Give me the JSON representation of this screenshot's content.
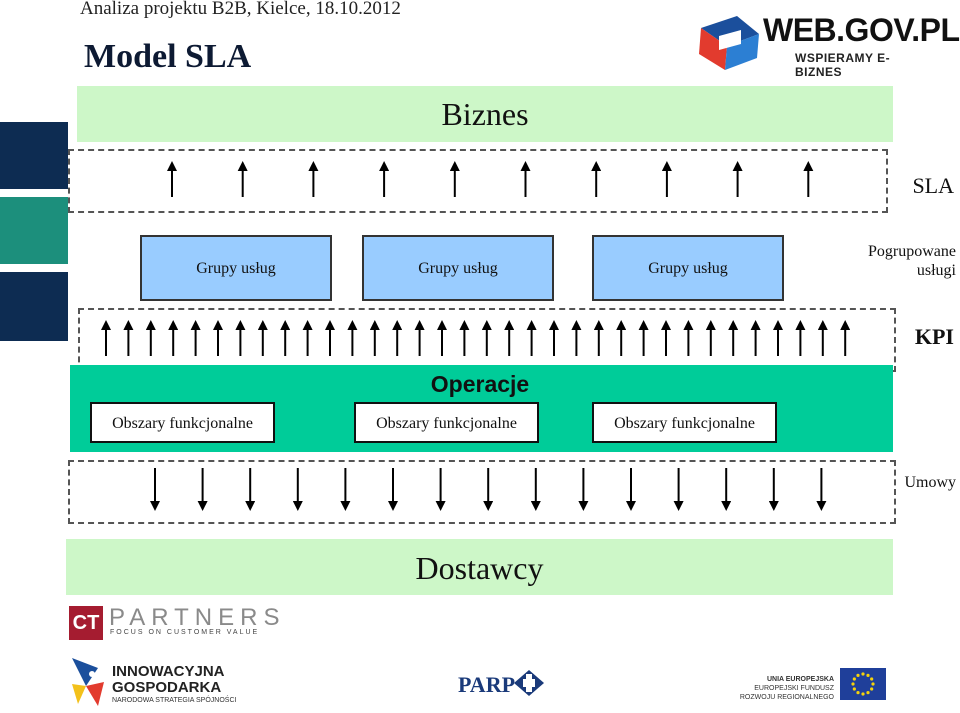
{
  "header": {
    "subtitle": "Analiza projektu B2B, Kielce, 18.10.2012",
    "title": "Model SLA"
  },
  "colors": {
    "band": "#cdf7c8",
    "operations": "#00cc99",
    "service_box": "#99ccff",
    "side_bar_navy": "#0d2c52",
    "side_bar_teal": "#1c8f7c"
  },
  "diagram": {
    "top_band": "Biznes",
    "bottom_band": "Dostawcy",
    "operations_label": "Operacje",
    "service_groups": [
      "Grupy usług",
      "Grupy usług",
      "Grupy usług"
    ],
    "functional_areas": [
      "Obszary funkcjonalne",
      "Obszary funkcjonalne",
      "Obszary funkcjonalne"
    ],
    "side_labels": {
      "sla": "SLA",
      "grouped_services_line1": "Pogrupowane",
      "grouped_services_line2": "usługi",
      "kpi": "KPI",
      "contracts": "Umowy"
    }
  },
  "logos": {
    "webgov_main": "WEB.GOV.PL",
    "webgov_sub": "WSPIERAMY E-BIZNES",
    "ct_initials": "CT",
    "ct_name": "PARTNERS",
    "ct_tagline": "FOCUS ON CUSTOMER VALUE",
    "ig_line1": "INNOWACYJNA",
    "ig_line2": "GOSPODARKA",
    "ig_line3": "NARODOWA STRATEGIA SPÓJNOŚCI",
    "parp": "PARP",
    "eu_line1": "UNIA EUROPEJSKA",
    "eu_line2": "EUROPEJSKI FUNDUSZ",
    "eu_line3": "ROZWOJU REGIONALNEGO"
  }
}
